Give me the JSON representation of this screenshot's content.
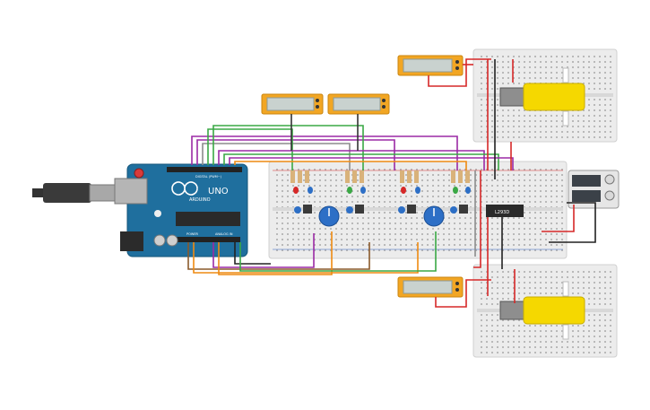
{
  "arduino": {
    "brand": "ARDUINO",
    "model": "UNO",
    "digital_header": "DIGITAL (PWM~)",
    "power_header": "POWER",
    "analog_header": "ANALOG IN"
  },
  "motor_driver": {
    "chip_label": "L293D"
  },
  "colors": {
    "arduino_board": "#1f6f9e",
    "breadboard": "#ececec",
    "lcd_frame": "#f2a623",
    "lcd_screen": "#c9d2cf",
    "motor": "#f5d800",
    "wire_red": "#d62828",
    "wire_black": "#222222",
    "wire_green": "#3aa845",
    "wire_purple": "#9b2aa5",
    "wire_orange": "#ee8a12",
    "wire_brown": "#8a5a2b",
    "wire_gray": "#8c8c8c"
  }
}
